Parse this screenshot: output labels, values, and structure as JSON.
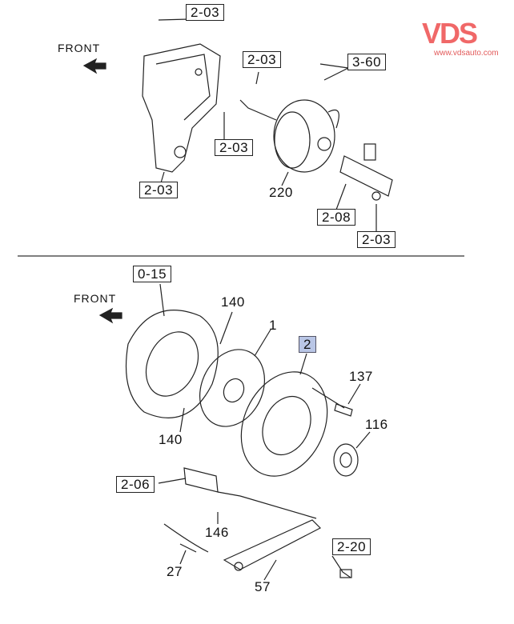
{
  "logo": {
    "brand": "VDS",
    "url": "www.vdsauto.com",
    "color": "#f06868"
  },
  "upper": {
    "front_label": "FRONT",
    "refs": [
      "2-03",
      "2-03",
      "3-60",
      "2-03",
      "2-03",
      "2-08",
      "2-03"
    ],
    "part_numbers": [
      "220"
    ]
  },
  "lower": {
    "front_label": "FRONT",
    "refs": [
      "0-15",
      "2-06",
      "2-20"
    ],
    "selected_ref": "2",
    "part_numbers": [
      "140",
      "1",
      "137",
      "116",
      "140",
      "146",
      "27",
      "57"
    ]
  },
  "colors": {
    "highlight": "#b9c6e6",
    "line": "#222222"
  }
}
